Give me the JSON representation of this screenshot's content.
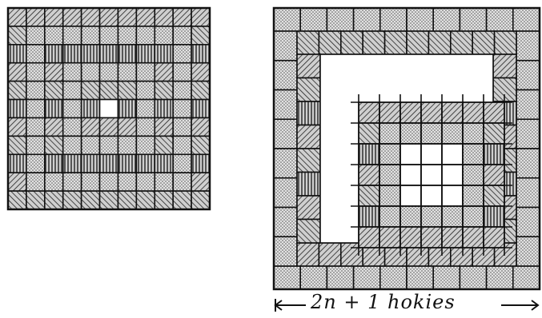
{
  "figure": {
    "caption": "2n + 1 hokies",
    "colors": {
      "ink": "#111111",
      "dotted": "#d4d4d4",
      "hatched": "#8a8a8a",
      "blank": "#ffffff"
    },
    "left_grid": {
      "description_cells": 11,
      "rings_outer_to_inner": [
        "hatched",
        "dotted",
        "hatched",
        "dotted",
        "hatched",
        "blank"
      ]
    },
    "right_grid": {
      "outer_rings_outer_to_inner": [
        "dotted",
        "hatched"
      ],
      "inner_rings_outer_to_inner": [
        "hatched",
        "dotted",
        "blank"
      ]
    }
  }
}
